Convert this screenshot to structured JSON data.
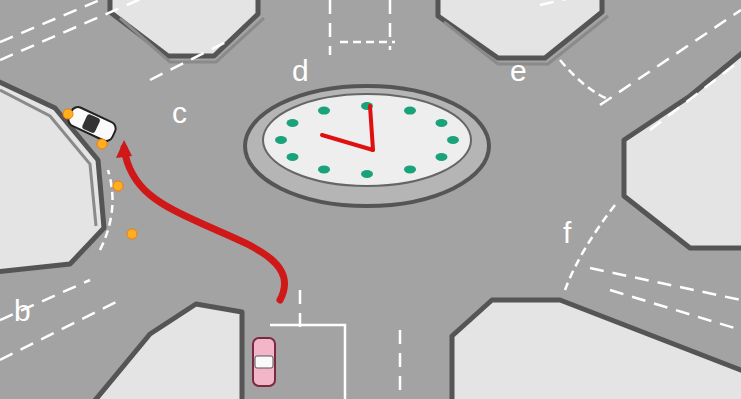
{
  "diagram": {
    "labels": [
      "b",
      "c",
      "d",
      "e",
      "f"
    ]
  }
}
